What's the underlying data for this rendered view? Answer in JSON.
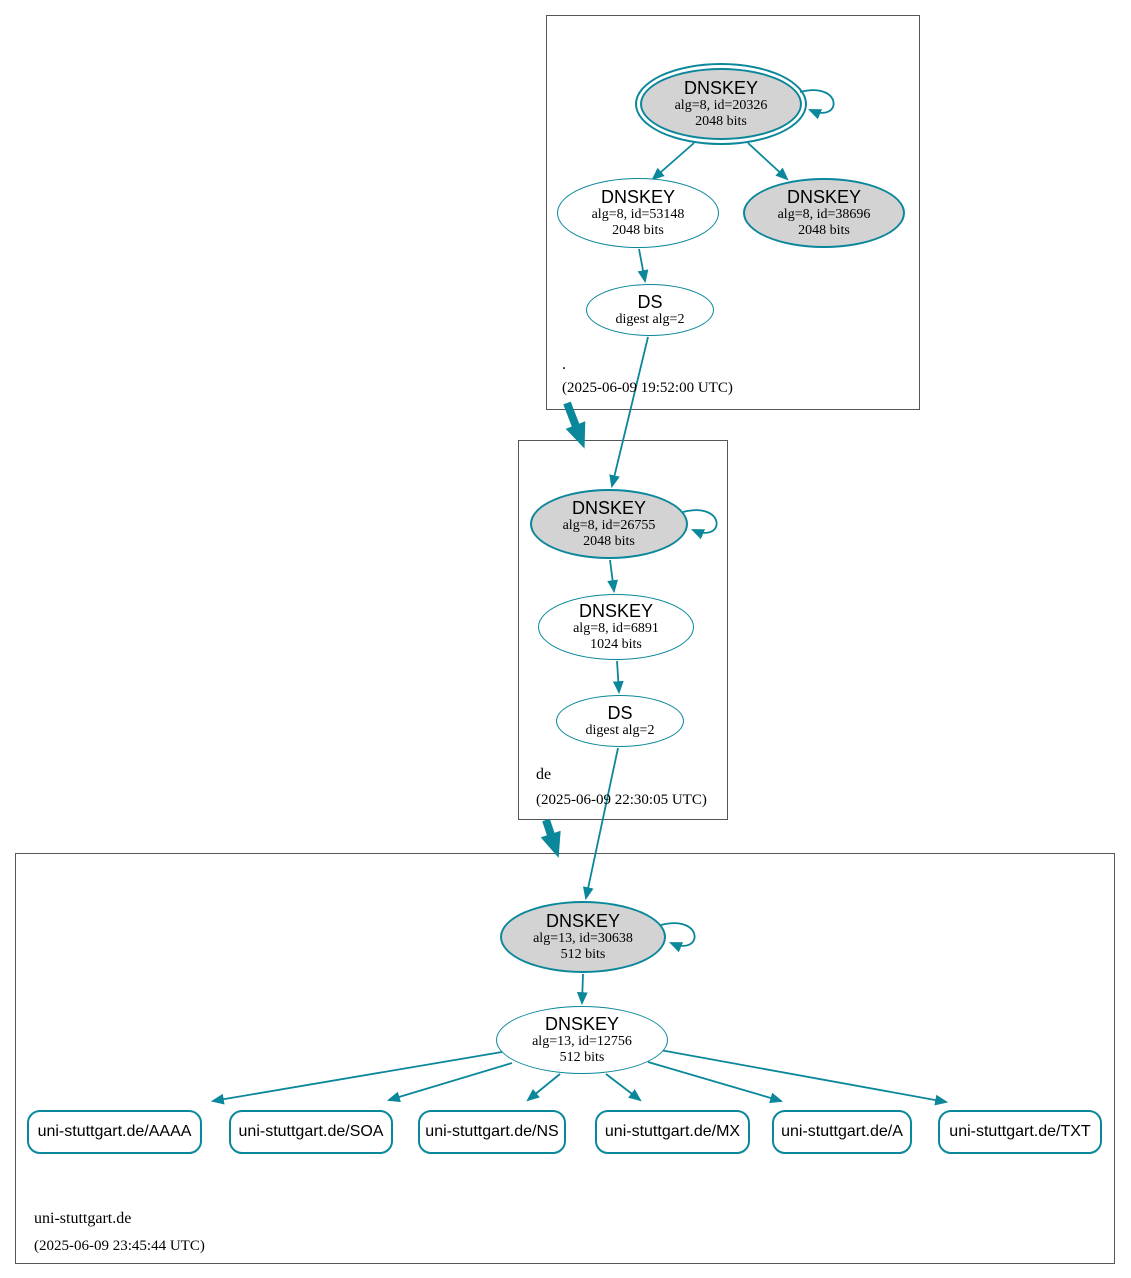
{
  "colors": {
    "edge_teal": "#0a879a",
    "ksk_fill": "#d3d3d3",
    "node_fill": "#ffffff",
    "zone_border": "#565656"
  },
  "zones": {
    "root": {
      "name": ".",
      "timestamp": "(2025-06-09 19:52:00 UTC)"
    },
    "de": {
      "name": "de",
      "timestamp": "(2025-06-09 22:30:05 UTC)"
    },
    "uni_stuttgart_de": {
      "name": "uni-stuttgart.de",
      "timestamp": "(2025-06-09 23:45:44 UTC)"
    }
  },
  "nodes": {
    "root_ksk": {
      "type": "DNSKEY",
      "detail": "alg=8, id=20326",
      "bits": "2048 bits"
    },
    "root_zsk": {
      "type": "DNSKEY",
      "detail": "alg=8, id=53148",
      "bits": "2048 bits"
    },
    "root_key_38696": {
      "type": "DNSKEY",
      "detail": "alg=8, id=38696",
      "bits": "2048 bits"
    },
    "root_ds": {
      "type": "DS",
      "detail": "digest alg=2"
    },
    "de_ksk": {
      "type": "DNSKEY",
      "detail": "alg=8, id=26755",
      "bits": "2048 bits"
    },
    "de_zsk": {
      "type": "DNSKEY",
      "detail": "alg=8, id=6891",
      "bits": "1024 bits"
    },
    "de_ds": {
      "type": "DS",
      "detail": "digest alg=2"
    },
    "uni_ksk": {
      "type": "DNSKEY",
      "detail": "alg=13, id=30638",
      "bits": "512 bits"
    },
    "uni_zsk": {
      "type": "DNSKEY",
      "detail": "alg=13, id=12756",
      "bits": "512 bits"
    }
  },
  "rrsets": [
    {
      "label": "uni-stuttgart.de/AAAA"
    },
    {
      "label": "uni-stuttgart.de/SOA"
    },
    {
      "label": "uni-stuttgart.de/NS"
    },
    {
      "label": "uni-stuttgart.de/MX"
    },
    {
      "label": "uni-stuttgart.de/A"
    },
    {
      "label": "uni-stuttgart.de/TXT"
    }
  ]
}
